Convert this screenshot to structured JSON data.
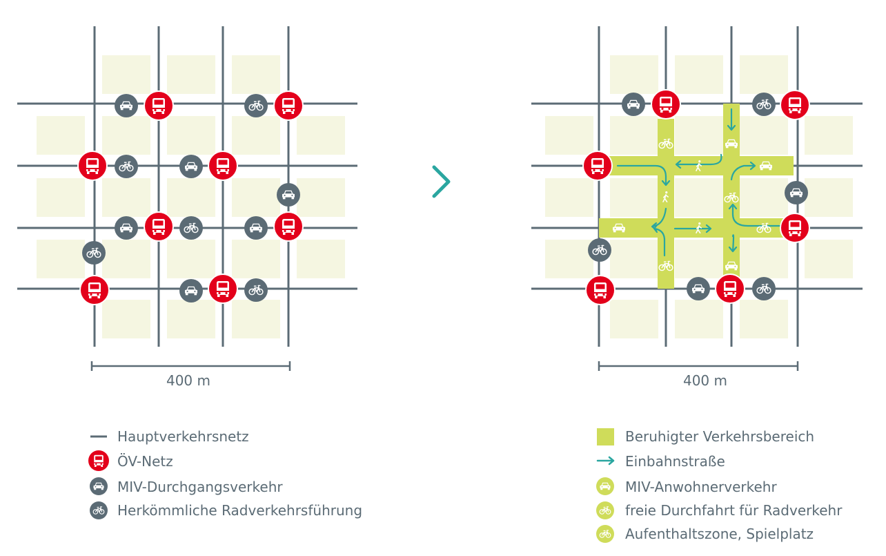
{
  "colors": {
    "road": "#5b6b75",
    "block": "#f5f6e1",
    "calm": "#cfdc5a",
    "bus": "#e3001b",
    "node": "#5b6b75",
    "arrow": "#2aa6a0",
    "text": "#5b6b75"
  },
  "icons": {
    "bus": "bus-icon",
    "car": "car-icon",
    "bike": "bike-icon",
    "pedestrian": "pedestrian-icon",
    "arrow": "chevron-right-icon"
  },
  "left_diagram": {
    "scale_label": "400 m"
  },
  "right_diagram": {
    "scale_label": "400 m"
  },
  "legend_left": [
    {
      "symbol": "line",
      "label": "Hauptverkehrsnetz"
    },
    {
      "symbol": "bus",
      "label": "ÖV-Netz"
    },
    {
      "symbol": "car",
      "label": "MIV-Durchgangsverkehr"
    },
    {
      "symbol": "bike",
      "label": "Herkömmliche Radverkehrsführung"
    }
  ],
  "legend_right": [
    {
      "symbol": "square",
      "label": "Beruhigter Verkehrsbereich"
    },
    {
      "symbol": "arrow",
      "label": "Einbahnstraße"
    },
    {
      "symbol": "car-yellow",
      "label": "MIV-Anwohnerverkehr"
    },
    {
      "symbol": "bike-yellow",
      "label": "freie Durchfahrt für Radverkehr"
    },
    {
      "symbol": "bike-yellow",
      "label": "Aufenthaltszone, Spielplatz"
    }
  ]
}
